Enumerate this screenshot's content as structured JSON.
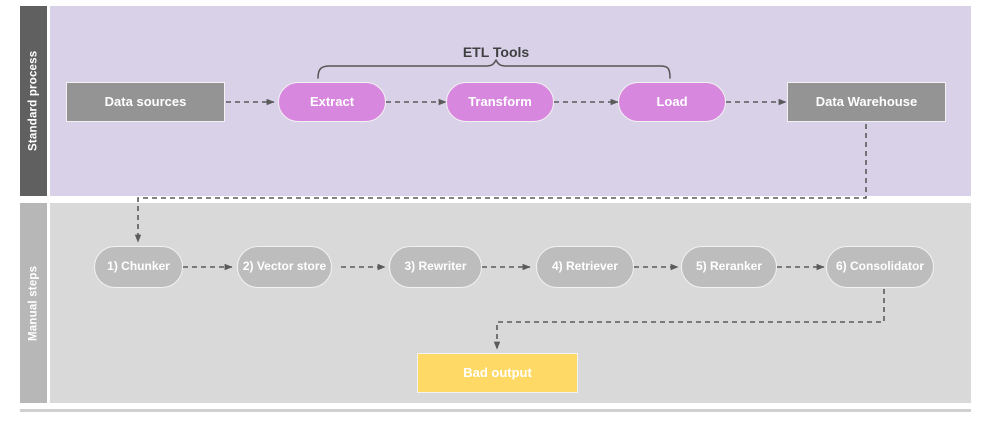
{
  "diagram": {
    "title_label": "ETL Tools",
    "colors": {
      "lane_top_label_bg": "#606060",
      "lane_top_body_bg": "#d8d1e8",
      "lane_bottom_label_bg": "#b7b7b7",
      "lane_bottom_body_bg": "#d9d9d9",
      "gray_node": "#949494",
      "purple_node": "#d787de",
      "pill_gray_node": "#bdbdbd",
      "yellow_node": "#ffd965",
      "connector": "#5a5a5a"
    },
    "lanes": [
      {
        "label": "Standard process"
      },
      {
        "label": "Manual steps"
      }
    ],
    "standard_process": {
      "nodes": [
        {
          "label": "Data sources",
          "shape": "rect",
          "color": "gray"
        },
        {
          "label": "Extract",
          "shape": "pill",
          "color": "purple"
        },
        {
          "label": "Transform",
          "shape": "pill",
          "color": "purple"
        },
        {
          "label": "Load",
          "shape": "pill",
          "color": "purple"
        },
        {
          "label": "Data Warehouse",
          "shape": "rect",
          "color": "gray"
        }
      ],
      "bracket_label": "ETL Tools",
      "bracket_spans": [
        "Extract",
        "Transform",
        "Load"
      ]
    },
    "manual_steps": {
      "nodes": [
        {
          "label": "1) Chunker",
          "shape": "pill",
          "color": "pillgray"
        },
        {
          "label": "2) Vector store",
          "shape": "pill",
          "color": "pillgray"
        },
        {
          "label": "3) Rewriter",
          "shape": "pill",
          "color": "pillgray"
        },
        {
          "label": "4) Retriever",
          "shape": "pill",
          "color": "pillgray"
        },
        {
          "label": "5) Reranker",
          "shape": "pill",
          "color": "pillgray"
        },
        {
          "label": "6) Consolidator",
          "shape": "pill",
          "color": "pillgray"
        }
      ],
      "output": {
        "label": "Bad output",
        "shape": "rect",
        "color": "yellow"
      }
    },
    "flow_edges": [
      {
        "from": "Data sources",
        "to": "Extract",
        "style": "dashed"
      },
      {
        "from": "Extract",
        "to": "Transform",
        "style": "dashed"
      },
      {
        "from": "Transform",
        "to": "Load",
        "style": "dashed"
      },
      {
        "from": "Load",
        "to": "Data Warehouse",
        "style": "dashed"
      },
      {
        "from": "Data Warehouse",
        "to": "1) Chunker",
        "style": "dashed"
      },
      {
        "from": "1) Chunker",
        "to": "2) Vector store",
        "style": "dashed"
      },
      {
        "from": "2) Vector store",
        "to": "3) Rewriter",
        "style": "dashed"
      },
      {
        "from": "3) Rewriter",
        "to": "4) Retriever",
        "style": "dashed"
      },
      {
        "from": "4) Retriever",
        "to": "5) Reranker",
        "style": "dashed"
      },
      {
        "from": "5) Reranker",
        "to": "6) Consolidator",
        "style": "dashed"
      },
      {
        "from": "6) Consolidator",
        "to": "Bad output",
        "style": "dashed"
      }
    ]
  }
}
